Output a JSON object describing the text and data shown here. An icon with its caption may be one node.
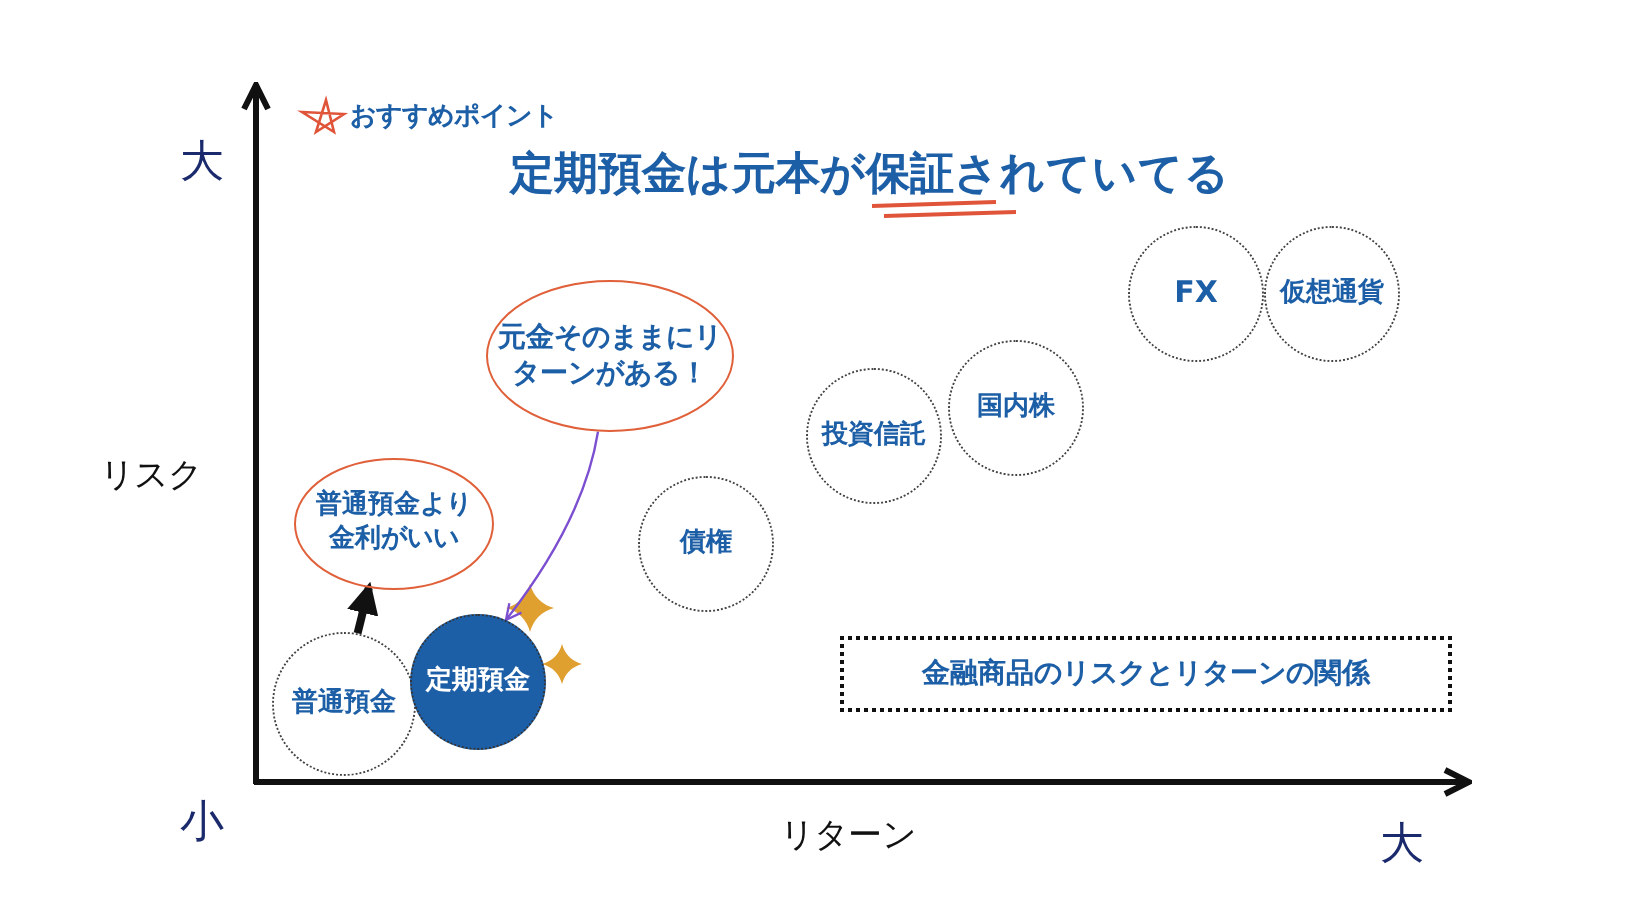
{
  "diagram": {
    "title": "定期預金は元本が保証されていてる",
    "nodes": [
      {
        "text": [
          "普通預金"
        ]
      },
      {
        "text": [
          "定期預金"
        ]
      },
      {
        "text": [
          "債権"
        ]
      },
      {
        "text": [
          "投資信託"
        ]
      },
      {
        "text": [
          "国内株"
        ]
      },
      {
        "text": [
          "FX"
        ]
      },
      {
        "text": [
          "仮想通貨"
        ]
      },
      {
        "text": [
          "普通預金より金利がいい"
        ]
      },
      {
        "text": [
          "元金そのままにリターンがある！"
        ]
      },
      {
        "text": [
          "金融商品のリスクとリターンの関係"
        ]
      }
    ],
    "edges": [
      {
        "from": 0,
        "to": 7,
        "arrow": "to",
        "style": "thick"
      },
      {
        "from": 8,
        "to": 1,
        "arrow": "to",
        "color": "#7b4fd0"
      }
    ],
    "labels": [
      "おすすめポイント",
      "大",
      "リスク",
      "小",
      "リターン",
      "大"
    ]
  }
}
